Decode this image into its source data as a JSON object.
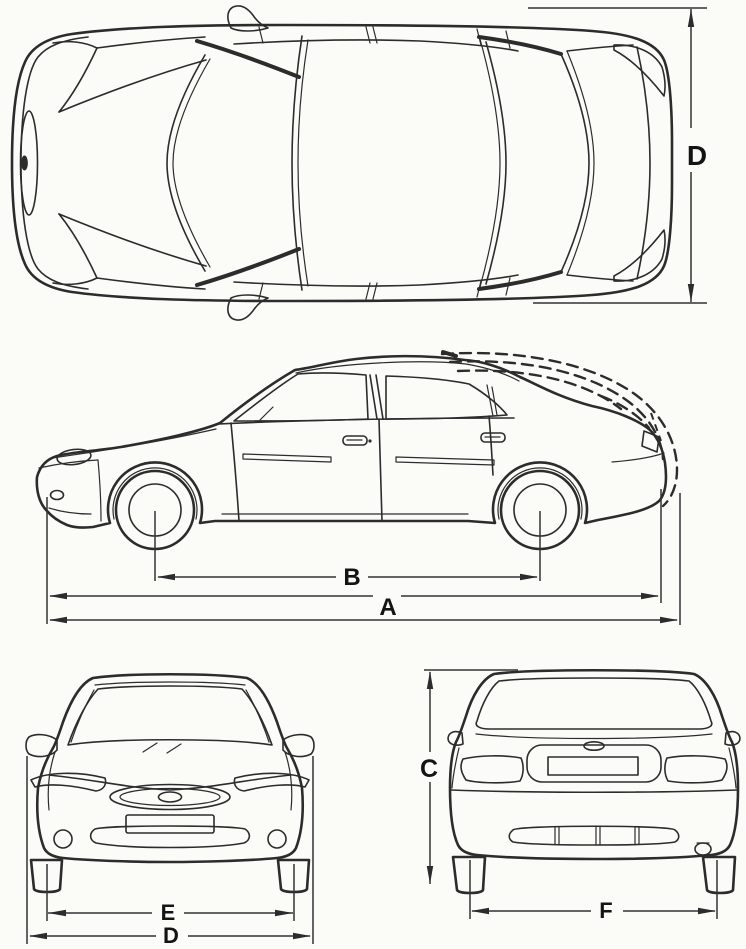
{
  "colors": {
    "background": "#fbfbf8",
    "line": "#2c2c2c",
    "label": "#141414"
  },
  "dimensions": {
    "d_top": "D",
    "b": "B",
    "a": "A",
    "c": "C",
    "e": "E",
    "d_front": "D",
    "f": "F"
  }
}
